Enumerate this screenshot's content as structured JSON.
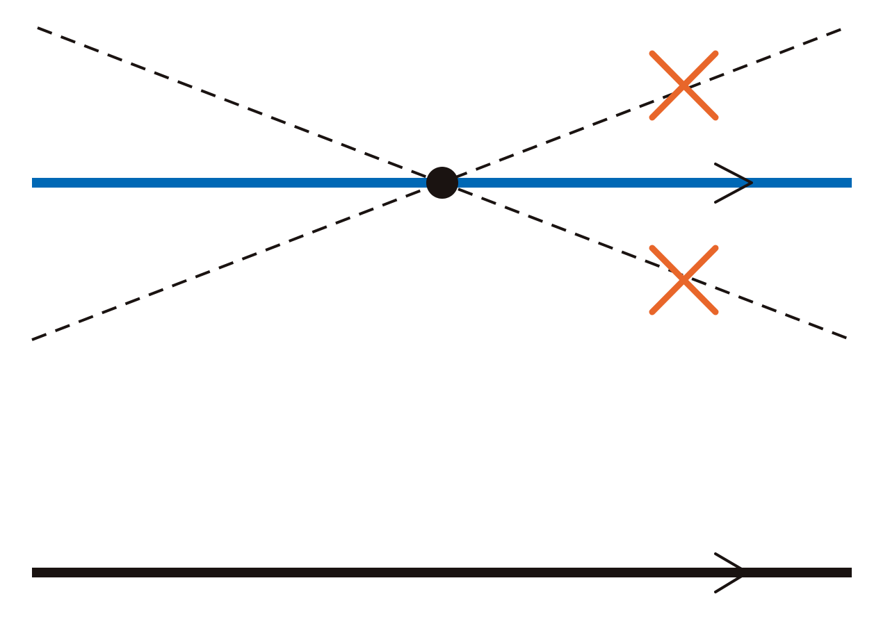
{
  "diagram": {
    "description_free": true,
    "colors": {
      "background": "#ffffff",
      "blue_line": "#0068b5",
      "black": "#1a1311",
      "cross": "#e8662a"
    },
    "elements": {
      "dashed_lines": 2,
      "crosses": 2,
      "vertex": 1,
      "arrowed_lines": 2
    }
  }
}
